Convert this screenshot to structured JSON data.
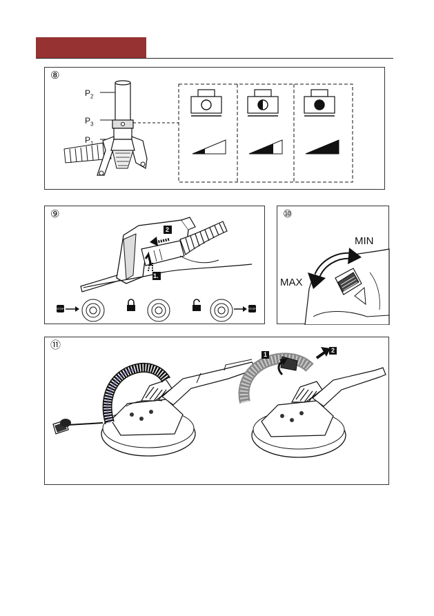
{
  "header": {
    "color": "#973232"
  },
  "step8": {
    "number": "⑧",
    "labels": {
      "p": "P",
      "p2_sub": "2",
      "p3_sub": "3",
      "p1_sub": "1"
    },
    "settings": [
      {
        "indicator": "open-circle",
        "level": 0.35
      },
      {
        "indicator": "half-circle",
        "level": 0.65
      },
      {
        "indicator": "filled-circle",
        "level": 1.0
      }
    ]
  },
  "step9": {
    "number": "⑨",
    "badge_1": "1.",
    "badge_2": "2",
    "stop_label": "STOP"
  },
  "step10": {
    "number": "⑩",
    "min_label": "MIN",
    "max_label": "MAX"
  },
  "step11": {
    "number": "⑪",
    "badge_1": "1",
    "badge_2": "2"
  }
}
